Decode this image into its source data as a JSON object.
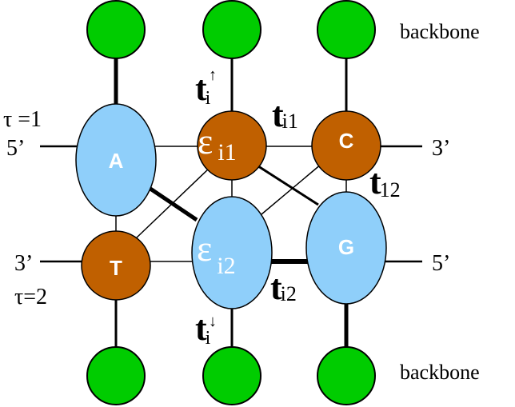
{
  "colors": {
    "backbone": "#00cc00",
    "purine": "#8fcffa",
    "pyrimidine": "#c06000",
    "line": "#000000",
    "node_text": "#ffffff"
  },
  "labels": {
    "backbone_top": "backbone",
    "backbone_bottom": "backbone",
    "tau1": "τ =1",
    "tau2": "τ=2",
    "strand1_left": "5’",
    "strand1_right": "3’",
    "strand2_left": "3’",
    "strand2_right": "5’"
  },
  "nodes": {
    "A": {
      "label": "A",
      "type": "purine"
    },
    "T": {
      "label": "T",
      "type": "pyrimidine"
    },
    "C": {
      "label": "C",
      "type": "pyrimidine"
    },
    "G": {
      "label": "G",
      "type": "purine"
    },
    "eps_i1": {
      "symbol": "ε",
      "sub": "i1",
      "type": "pyrimidine"
    },
    "eps_i2": {
      "symbol": "ε",
      "sub": "i2",
      "type": "purine"
    }
  },
  "hoppings": {
    "t_up": {
      "main": "t",
      "sub": "i",
      "arrow": "↑"
    },
    "t_down": {
      "main": "t",
      "sub": "i",
      "arrow": "↓"
    },
    "t_i1": {
      "main": "t",
      "sub": "i1"
    },
    "t_i2": {
      "main": "t",
      "sub": "i2"
    },
    "t_12": {
      "main": "t",
      "sub": "12"
    }
  }
}
